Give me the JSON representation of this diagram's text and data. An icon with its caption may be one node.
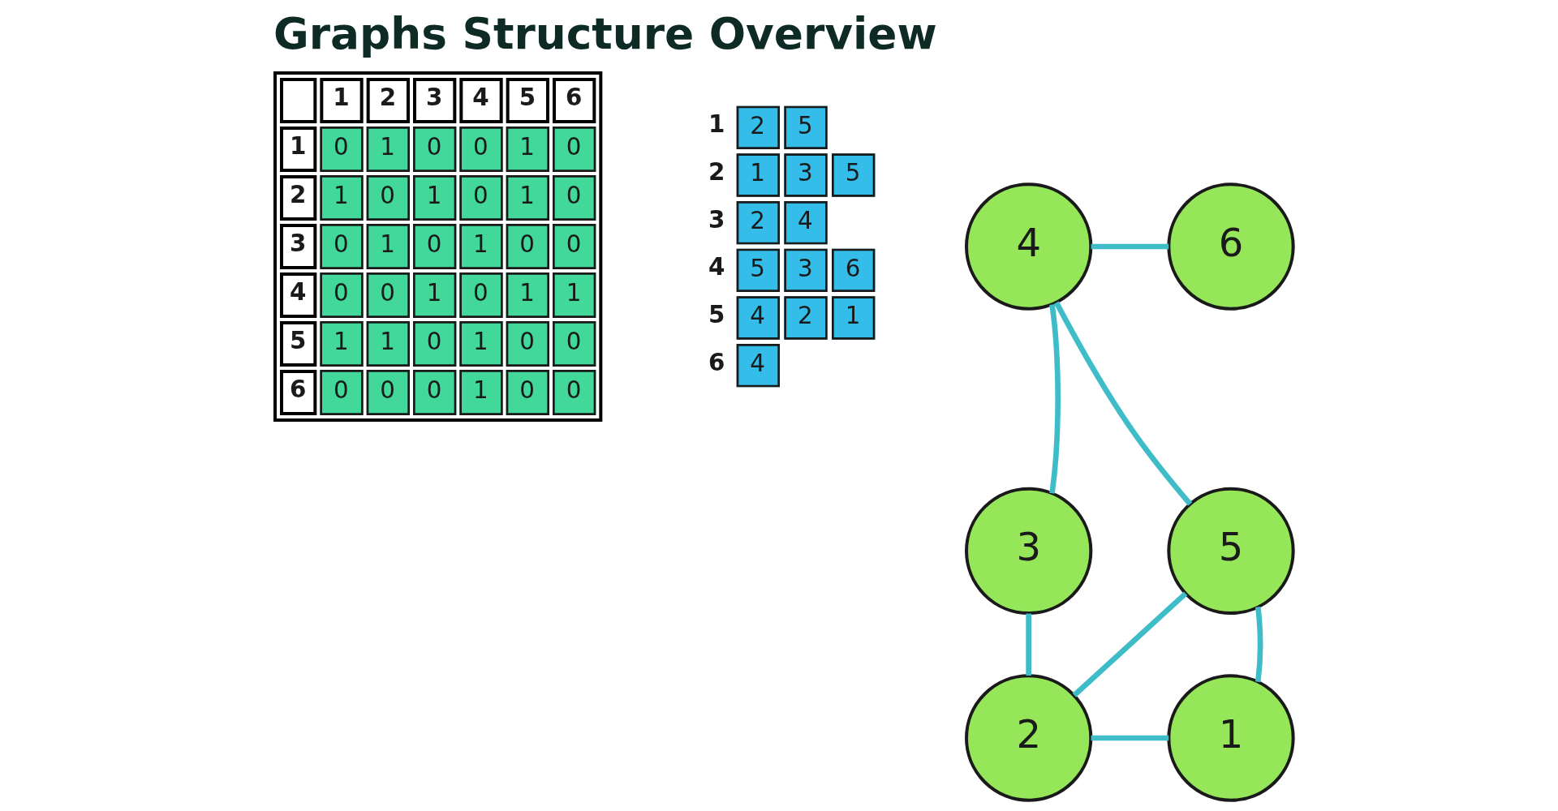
{
  "diagram": {
    "title": "Graphs Structure Overview",
    "nodes": [
      {
        "text": [
          "4"
        ]
      },
      {
        "text": [
          "6"
        ]
      },
      {
        "text": [
          "3"
        ]
      },
      {
        "text": [
          "5"
        ]
      },
      {
        "text": [
          "2"
        ]
      },
      {
        "text": [
          "1"
        ]
      }
    ],
    "edges": [
      {
        "from": 0,
        "to": 1,
        "arrow": "none"
      },
      {
        "from": 0,
        "to": 2,
        "arrow": "none"
      },
      {
        "from": 0,
        "to": 3,
        "arrow": "none"
      },
      {
        "from": 2,
        "to": 4,
        "arrow": "none"
      },
      {
        "from": 3,
        "to": 4,
        "arrow": "none"
      },
      {
        "from": 3,
        "to": 5,
        "arrow": "none"
      },
      {
        "from": 4,
        "to": 5,
        "arrow": "none"
      }
    ],
    "labels": [
      "1",
      "2",
      "3",
      "4",
      "5",
      "6",
      "1",
      "0",
      "1",
      "0",
      "0",
      "1",
      "0",
      "2",
      "1",
      "0",
      "1",
      "0",
      "1",
      "0",
      "3",
      "0",
      "1",
      "0",
      "1",
      "0",
      "0",
      "4",
      "0",
      "0",
      "1",
      "0",
      "1",
      "1",
      "5",
      "1",
      "1",
      "0",
      "1",
      "0",
      "0",
      "6",
      "0",
      "0",
      "0",
      "1",
      "0",
      "0",
      "1",
      "2",
      "5",
      "2",
      "1",
      "3",
      "5",
      "3",
      "2",
      "4",
      "4",
      "5",
      "3",
      "6",
      "5",
      "4",
      "2",
      "1",
      "6",
      "4"
    ]
  }
}
